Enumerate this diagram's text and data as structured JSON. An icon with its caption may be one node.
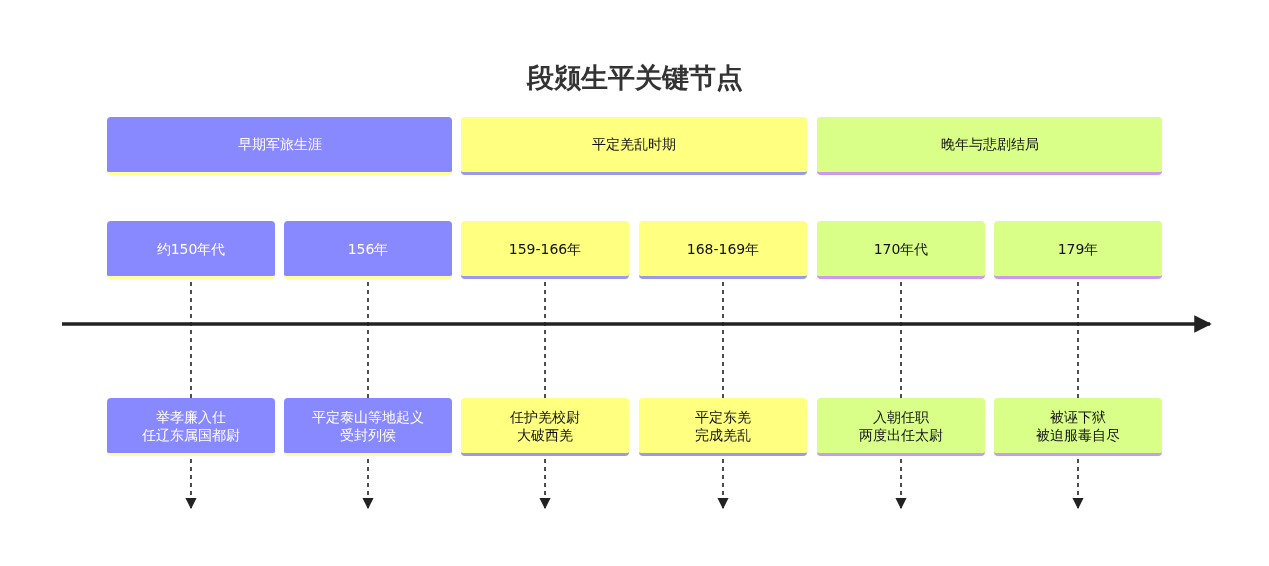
{
  "diagram": {
    "title": "段颎生平关键节点",
    "nodes": [
      {
        "text": [
          "早期军旅生涯"
        ]
      },
      {
        "text": [
          "平定羌乱时期"
        ]
      },
      {
        "text": [
          "晚年与悲剧结局"
        ]
      },
      {
        "text": [
          "约150年代"
        ]
      },
      {
        "text": [
          "156年"
        ]
      },
      {
        "text": [
          "159-166年"
        ]
      },
      {
        "text": [
          "168-169年"
        ]
      },
      {
        "text": [
          "170年代"
        ]
      },
      {
        "text": [
          "179年"
        ]
      },
      {
        "text": [
          "举孝廉入仕",
          "任辽东属国都尉"
        ]
      },
      {
        "text": [
          "平定泰山等地起义",
          "受封列侯"
        ]
      },
      {
        "text": [
          "任护羌校尉",
          "大破西羌"
        ]
      },
      {
        "text": [
          "平定东羌",
          "完成羌乱"
        ]
      },
      {
        "text": [
          "入朝任职",
          "两度出任太尉"
        ]
      },
      {
        "text": [
          "被诬下狱",
          "被迫服毒自尽"
        ]
      }
    ],
    "edges": [
      {
        "from": 3,
        "to": 9,
        "arrow": "none",
        "style": "dashed"
      },
      {
        "from": 4,
        "to": 10,
        "arrow": "none",
        "style": "dashed"
      },
      {
        "from": 5,
        "to": 11,
        "arrow": "none",
        "style": "dashed"
      },
      {
        "from": 6,
        "to": 12,
        "arrow": "none",
        "style": "dashed"
      },
      {
        "from": 7,
        "to": 13,
        "arrow": "none",
        "style": "dashed"
      },
      {
        "from": 8,
        "to": 14,
        "arrow": "none",
        "style": "dashed"
      },
      {
        "from": 9,
        "to": null,
        "arrow": "to",
        "style": "dashed"
      },
      {
        "from": 10,
        "to": null,
        "arrow": "to",
        "style": "dashed"
      },
      {
        "from": 11,
        "to": null,
        "arrow": "to",
        "style": "dashed"
      },
      {
        "from": 12,
        "to": null,
        "arrow": "to",
        "style": "dashed"
      },
      {
        "from": 13,
        "to": null,
        "arrow": "to",
        "style": "dashed"
      },
      {
        "from": 14,
        "to": null,
        "arrow": "to",
        "style": "dashed"
      }
    ]
  }
}
